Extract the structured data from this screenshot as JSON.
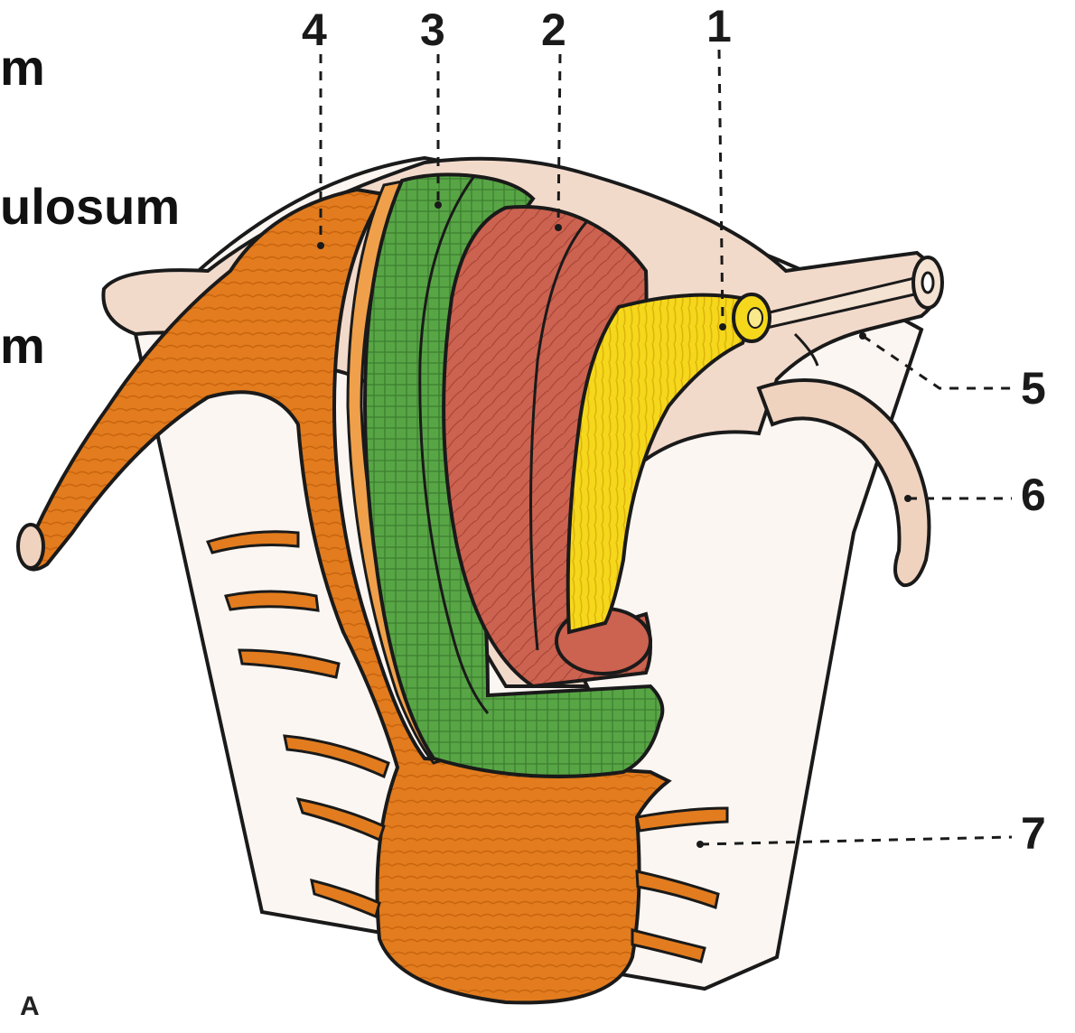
{
  "side_labels": [
    "m",
    "ulosum",
    "m"
  ],
  "callouts": [
    "4",
    "3",
    "2",
    "1",
    "5",
    "6",
    "7"
  ],
  "panel_letter": "A",
  "colors": {
    "outline": "#1a1a1a",
    "peritoneum": "#f2d9c6",
    "orange_layer": "#e07a1c",
    "green_layer": "#4f9a3c",
    "red_layer": "#c85a48",
    "yellow_layer": "#f2d21a"
  }
}
